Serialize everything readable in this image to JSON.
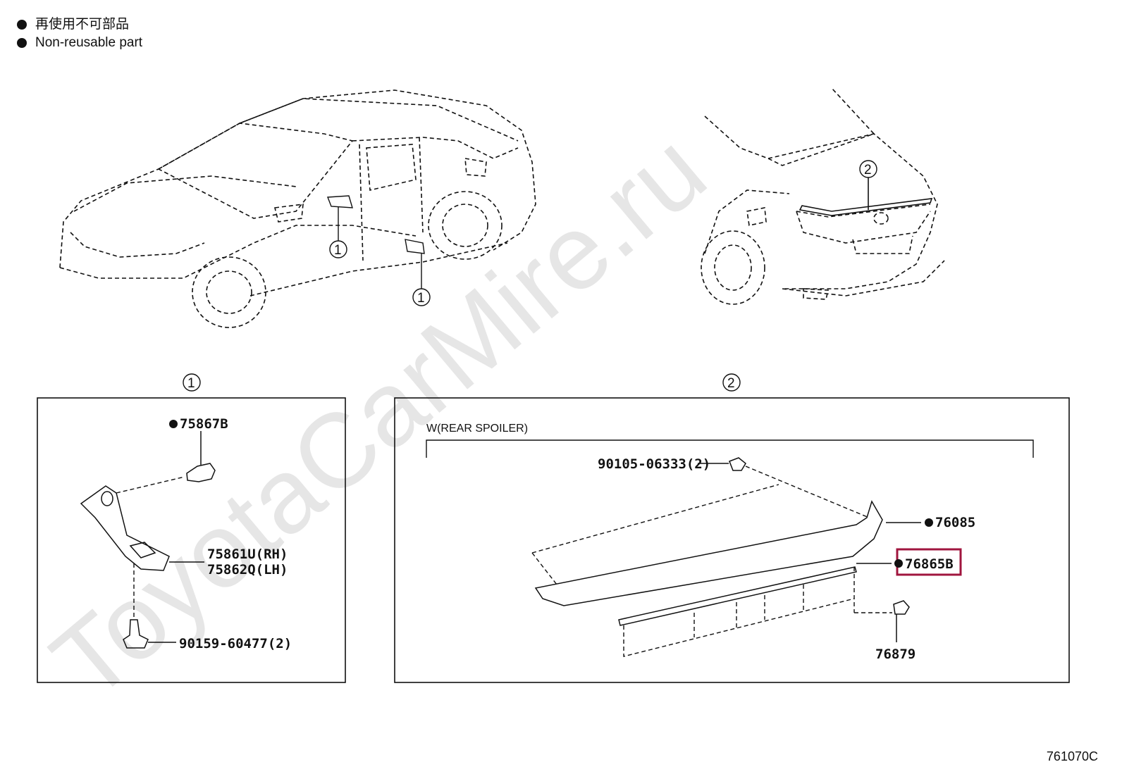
{
  "legend": {
    "items": [
      {
        "text": "再使用不可部品"
      },
      {
        "text": "Non-reusable part"
      }
    ]
  },
  "watermark": "ToyotaCarMire.ru",
  "callouts": {
    "one": "1",
    "two": "2"
  },
  "panel1": {
    "header": "1",
    "parts": {
      "p75867b": "75867B",
      "p75861u": "75861U(RH)",
      "p75862q": "75862Q(LH)",
      "p90159": "90159-60477(2)"
    }
  },
  "panel2": {
    "header": "2",
    "section_label": "W(REAR SPOILER)",
    "parts": {
      "p90105": "90105-06333(2)",
      "p76085": "76085",
      "p76865b": "76865B",
      "p76879": "76879"
    },
    "highlight_color": "#a0153e"
  },
  "figure_id": "761070C"
}
